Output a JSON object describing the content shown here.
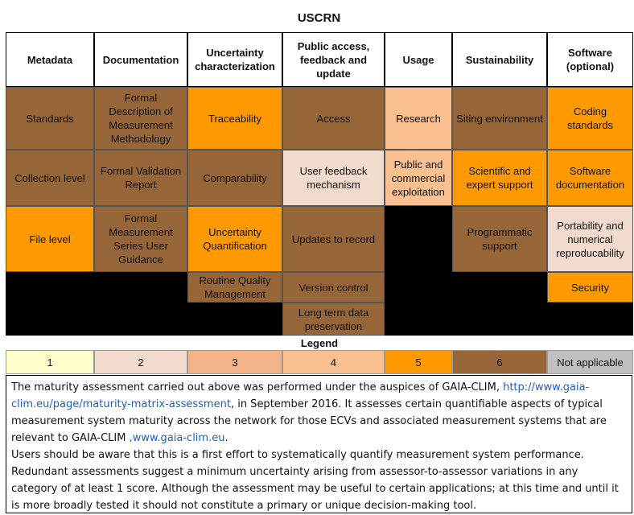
{
  "title": "USCRN",
  "colors": {
    "c1": "#ffffcc",
    "c2": "#f2dbcc",
    "c3": "#f4b488",
    "c4": "#fac08f",
    "c5": "#ff9900",
    "c6": "#966538",
    "na": "#c0c0c0",
    "black": "#000000"
  },
  "headers": [
    "Metadata",
    "Documentation",
    "Uncertainty\ncharacterization",
    "Public access,\nfeedback and\nupdate",
    "Usage",
    "Sustainability",
    "Software\n(optional)"
  ],
  "rows": [
    [
      "Standards",
      "Formal\nDescription of\nMeasurement\nMethodology",
      "Traceability",
      "Access",
      "Research",
      "Siting environment",
      "Coding\nstandards"
    ],
    [
      "Collection level",
      "Formal Validation\nReport",
      "Comparability",
      "User feedback\nmechanism",
      "Public and\ncommercial\nexploitation",
      "Scientific and\nexpert support",
      "Software\ndocumentation"
    ],
    [
      "File level",
      "Formal\nMeasurement\nSeries User\nGuidance",
      "Uncertainty\nQuantification",
      "Updates to record",
      "",
      "Programmatic\nsupport",
      "Portability and\nnumerical\nreproducability"
    ],
    [
      "",
      "",
      "Routine Quality\nManagement",
      "Version control",
      "",
      "",
      "Security"
    ],
    [
      "",
      "",
      "",
      "Long term data\npreservation",
      "",
      "",
      ""
    ]
  ],
  "legend": {
    "title": "Legend",
    "items": [
      "1",
      "2",
      "3",
      "4",
      "5",
      "6",
      "Not applicable"
    ]
  },
  "note": {
    "p1_text": "The  maturity assessment carried out above was performed under the auspices of GAIA-CLIM,  ",
    "p1_link1": "http://www.gaia-clim.eu/page/maturity-matrix-assessment",
    "p1_text2": ", in September 2016. It assesses certain quantifiable aspects of typical measurement system maturity across the network for those ECVs and associated measurement systems that are relevant to GAIA-CLIM ",
    "p1_link2": ",www.gaia-clim.eu",
    "p1_text3": ".",
    "p2": "Users should be aware that this is a first effort to systematically quantify measurement system performance. Redundant assessments suggest a minimum uncertainty arising from assessor-to-assessor variations in any category of at least 1 score. Although the assessment may be useful to certain applications; at this time and until it is more broadly tested it should not constitute a primary or unique decision-making tool."
  }
}
